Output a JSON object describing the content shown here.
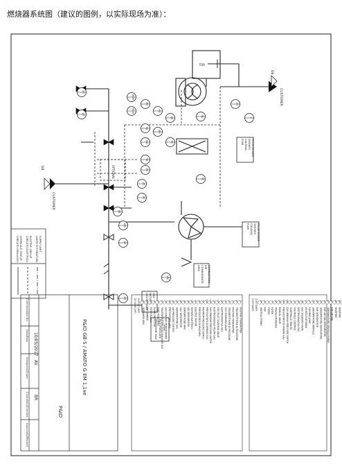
{
  "heading": "燃烧器系统图（建议的图例，以实际现场为准）：",
  "labels": {
    "gb_top": "GB",
    "customer_top": "CUSTOMER",
    "gb_left": "GB",
    "customer_left": "CUSTOMER",
    "smoke_top": [
      "FUMI",
      "CALDAIA",
      "SMOKES",
      "FROM BOILER"
    ],
    "smoke_mid": [
      "FUMI",
      "CALDAIA",
      "SMOKES",
      "FROM BOILER"
    ],
    "air_comb": [
      "ARIA",
      "COMBURENTE",
      "AIR",
      "COMBUSTION"
    ],
    "gas_meter": [
      "GAS METANO",
      "NATURAL",
      "GAS"
    ],
    "pressure_box": [
      "PRESSIONE MAX",
      "MAX PRESSURE",
      "...... mbar"
    ],
    "optional": "OPTIONAL",
    "fdr": "FDR"
  },
  "legend_lines": [
    {
      "it": "CIRCUITO IDRAULICO",
      "en": "HYDRAULIC CIRCUIT"
    },
    {
      "it": "CIRCUITO ELETTRICO",
      "en": "ELECTRIC CIRCUIT"
    },
    {
      "it": "LIMITE DI FORNITURA",
      "en": "SUPPLY LIMIT"
    }
  ],
  "symbols_col1_header": [
    "DI SERIE (MF)",
    "SUPPLY LIMIT"
  ],
  "symbols_col1": [
    {
      "tag": "MA",
      "text": "SERRANDA ARIA"
    },
    {
      "tag": "MA",
      "text": "AIR DAMPER"
    },
    {
      "tag": "FC",
      "text": "FOTOCELLULA"
    },
    {
      "tag": "FC",
      "text": "FLAME DETECTOR"
    },
    {
      "tag": "TF",
      "text": "TUBO FLESSIBILE"
    },
    {
      "tag": "TA",
      "text": "TRASFORMATORE DI ACCENSIONE GAS"
    },
    {
      "tag": "TA",
      "text": "GAS IGNITION TRANSFORMER"
    },
    {
      "tag": "PA",
      "text": "PRESSOSTATO ARIA"
    },
    {
      "tag": "PA",
      "text": "AIR PRESSURE SWITCH"
    },
    {
      "tag": "SG",
      "text": "SERVOMOTORE GAS"
    },
    {
      "tag": "SG",
      "text": "GAS SERVOMOTOR"
    },
    {
      "tag": "SA",
      "text": "SERVOMOTORE ARIA"
    },
    {
      "tag": "SA",
      "text": "AIR SERVOMOTOR"
    },
    {
      "tag": "MV",
      "text": "MOTORE ELETTRICO"
    },
    {
      "tag": "MV",
      "text": "ELECTRIC MOTOR"
    },
    {
      "tag": "PG",
      "text": "PRESSOSTATO DI MASSIMA"
    },
    {
      "tag": "PG",
      "text": "MAXIMUM PRESSURE SWITCH"
    },
    {
      "tag": "PGm",
      "text": "PRESSOSTATO DI MINIMA GAS"
    },
    {
      "tag": "PGm",
      "text": "GAS MINIMUM PRESSURE SWITCH"
    },
    {
      "tag": "EV",
      "text": "ELETTROVALVOLA PILOTA GAS"
    },
    {
      "tag": "EV",
      "text": "GAS PILOT SOLENOID VALVE"
    },
    {
      "tag": "EV",
      "text": "ELETTROVALVOLA GAS"
    },
    {
      "tag": "EV",
      "text": "GAS SOLENOID VALVE"
    },
    {
      "tag": "PT",
      "text": "TRASMETTITORE DI POSIZIONE"
    },
    {
      "tag": "PT",
      "text": "POSITION TRANSMITTER"
    },
    {
      "tag": "ZT",
      "text": "TRASMETTITORE DI POSIZIONE"
    },
    {
      "tag": "ZT",
      "text": "POSITION TRANSMITTER"
    }
  ],
  "symbols_col2_header": [
    "CUSTOMER",
    "CUSTOMER"
  ],
  "symbols_col2": [
    {
      "tag": "VF",
      "text": "VENTOLA FORNO"
    },
    {
      "tag": "VF",
      "text": "FAN"
    },
    {
      "tag": "F",
      "text": "FILTRO"
    },
    {
      "tag": "F",
      "text": "FILTER"
    },
    {
      "tag": "VM",
      "text": "VALVOLA MANUALE"
    },
    {
      "tag": "VM",
      "text": "MANUAL VALVE"
    },
    {
      "tag": "PGM",
      "text": "PRESSOSTATO DI MINIMA GAS"
    },
    {
      "tag": "PGM",
      "text": "GAS MINIMUM PRESSURE SWITCH"
    },
    {
      "tag": "CT",
      "text": "CONTROLLO TENUTA"
    },
    {
      "tag": "CT",
      "text": "TIGHTNESS CONTROL"
    },
    {
      "tag": "VG",
      "text": "ELETTROVALVOLA GAS"
    },
    {
      "tag": "VG",
      "text": "GAS SOLENOID VALVE"
    },
    {
      "tag": "GT",
      "text": "GIUNTO FLESSIBILE"
    },
    {
      "tag": "GT",
      "text": "FLEXIBLE JOINT"
    },
    {
      "tag": "SV",
      "text": "SERVOMOTORE VENTOLA"
    },
    {
      "tag": "SV",
      "text": "FAN SERVOMOTOR"
    },
    {
      "tag": "SF",
      "text": "SERVOMOTORE VENTILATORE"
    },
    {
      "tag": "SF",
      "text": "FOR AIR FAN SERVOMOTOR"
    },
    {
      "tag": "SF",
      "text": "SERVOMOTORE VENTOLA FORNO"
    },
    {
      "tag": "SF",
      "text": "FOR AIR FAN"
    },
    {
      "tag": "INV",
      "text": "INVERTER"
    },
    {
      "tag": "INV",
      "text": "INVERTER"
    },
    {
      "tag": "SS",
      "text": "SERRANDA FUMI"
    },
    {
      "tag": "SS",
      "text": "EXHAUST BUTTERFLY VALVE"
    },
    {
      "tag": "SS",
      "text": "VALVOLA A FARFALLA DI ARIA"
    },
    {
      "tag": "SS",
      "text": "AIR BUTTERFLY VALVE"
    },
    {
      "tag": "MS",
      "text": "SERVOMOTORE SERRANDA FUMI"
    },
    {
      "tag": "MS",
      "text": "ELECTRIC MOTOR FOR SMOKE DAMPER"
    }
  ],
  "title_block": {
    "title": "P&ID GB-S / AMATO  G  EM 1,1xe",
    "doc_type": "P&ID",
    "row_headers": [
      "Commessa/Job No.",
      "Data/Date",
      "Disegnato/Drawn",
      "Controllato/Checked",
      "Approvato/Revised"
    ],
    "row_values": [
      "",
      "10/05/2017",
      "AV",
      "BR",
      ""
    ]
  },
  "instrument_tags": [
    "PT",
    "ZT",
    "PGM",
    "PGm",
    "EV",
    "VG",
    "SG",
    "SA",
    "MV",
    "MA",
    "FC",
    "TA",
    "PA",
    "ZT",
    "PT",
    "SS",
    "MS",
    "VF",
    "SV",
    "TF",
    "CT",
    "F",
    "VM",
    "GT"
  ]
}
